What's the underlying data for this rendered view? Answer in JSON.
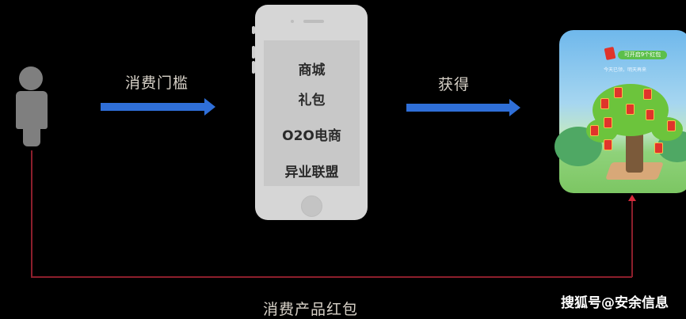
{
  "diagram": {
    "actor": {
      "icon": "person-icon"
    },
    "step1": {
      "label": "消费门槛",
      "arrow_color": "#2f6fd8"
    },
    "phone": {
      "icon": "smartphone-icon",
      "items": [
        "商城",
        "礼包",
        "O2O电商",
        "异业联盟"
      ]
    },
    "step2": {
      "label": "获得",
      "arrow_color": "#2f6fd8"
    },
    "reward_app": {
      "banner_text": "可开启9个红包",
      "sub_text": "今天已领，明天再来",
      "icon": "money-tree-icon"
    },
    "loop": {
      "label": "消费产品红包",
      "line_color": "#8c1f2c"
    }
  },
  "watermark": "搜狐号@安余信息"
}
